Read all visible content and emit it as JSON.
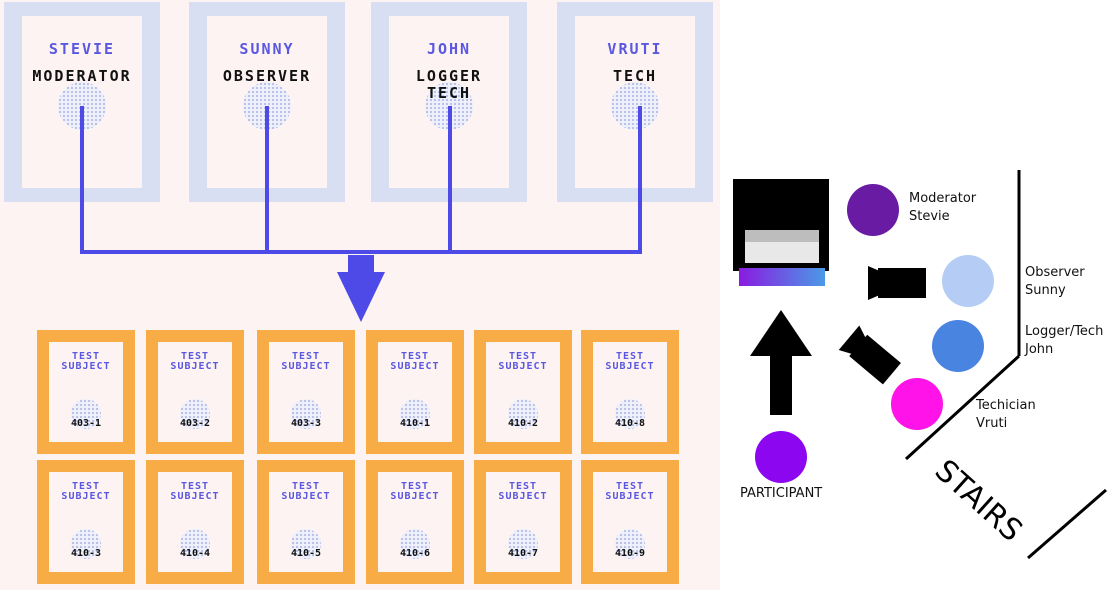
{
  "team": [
    {
      "name": "STEVIE",
      "role": "MODERATOR"
    },
    {
      "name": "SUNNY",
      "role": "OBSERVER"
    },
    {
      "name": "JOHN",
      "role": "LOGGER\nTECH"
    },
    {
      "name": "VRUTI",
      "role": "TECH"
    }
  ],
  "subject_label": "TEST\nSUBJECT",
  "subjects_row1": [
    "403-1",
    "403-2",
    "403-3",
    "410-1",
    "410-2",
    "410-8"
  ],
  "subjects_row2": [
    "410-3",
    "410-4",
    "410-5",
    "410-6",
    "410-7",
    "410-9"
  ],
  "floorplan": {
    "moderator": "Moderator\nStevie",
    "observer": "Observer\nSunny",
    "logger": "Logger/Tech\nJohn",
    "technician": "Techician\nVruti",
    "participant": "PARTICIPANT",
    "stairs": "STAIRS"
  },
  "colors": {
    "card_blue": "#d8dff2",
    "card_orange": "#f8ac45",
    "accent": "#5a57e0",
    "moderator": "#6a1ba3",
    "observer": "#b5cdf5",
    "logger": "#4a84e1",
    "technician": "#ff13e8",
    "participant": "#8c06f0"
  }
}
